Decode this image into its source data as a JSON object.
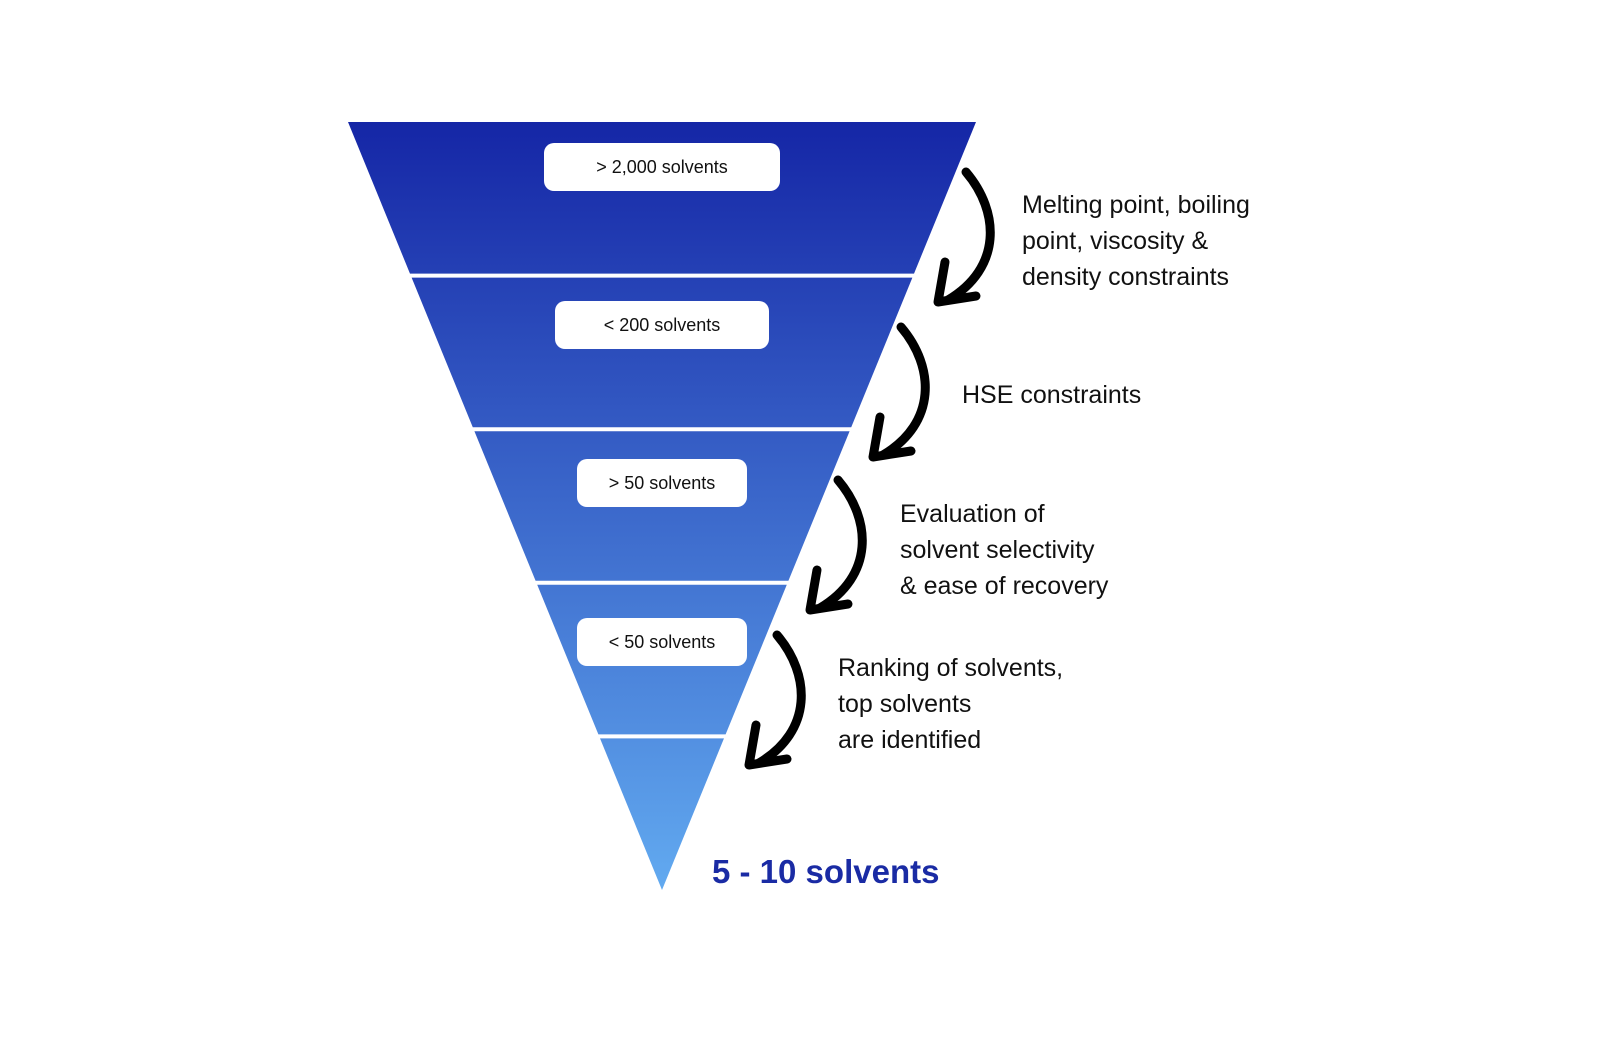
{
  "funnel": {
    "stages": [
      {
        "label": "> 2,000 solvents"
      },
      {
        "label": "< 200 solvents"
      },
      {
        "label": "> 50 solvents"
      },
      {
        "label": "< 50 solvents"
      },
      {
        "label": ""
      }
    ],
    "filters": [
      {
        "text": "Melting point, boiling\npoint, viscosity &\ndensity constraints"
      },
      {
        "text": "HSE constraints"
      },
      {
        "text": "Evaluation of\nsolvent selectivity\n& ease of recovery"
      },
      {
        "text": "Ranking of solvents,\ntop solvents\nare identified"
      }
    ],
    "result": "5 - 10 solvents",
    "colors": {
      "gradient_top": "#1526a6",
      "gradient_bottom": "#62aaf0",
      "result_text": "#1a2ba4",
      "arrow": "#000000"
    },
    "icons": {
      "step_arrow": "curved-arrow-icon"
    }
  }
}
